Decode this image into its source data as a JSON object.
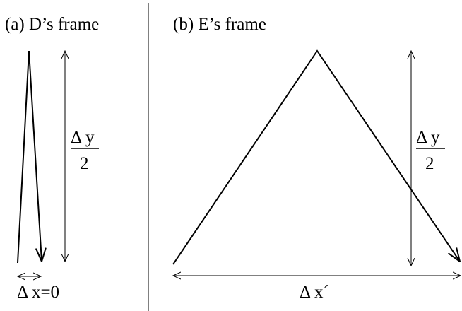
{
  "panel_a": {
    "title": "(a) D’s frame",
    "height_label": {
      "numerator": "Δ y",
      "denominator": "2"
    },
    "width_label": "Δ x=0"
  },
  "panel_b": {
    "title": "(b) E’s frame",
    "height_label": {
      "numerator": "Δ y",
      "denominator": "2"
    },
    "width_label": "Δ x´"
  },
  "colors": {
    "ink": "#000000",
    "background": "#ffffff"
  }
}
